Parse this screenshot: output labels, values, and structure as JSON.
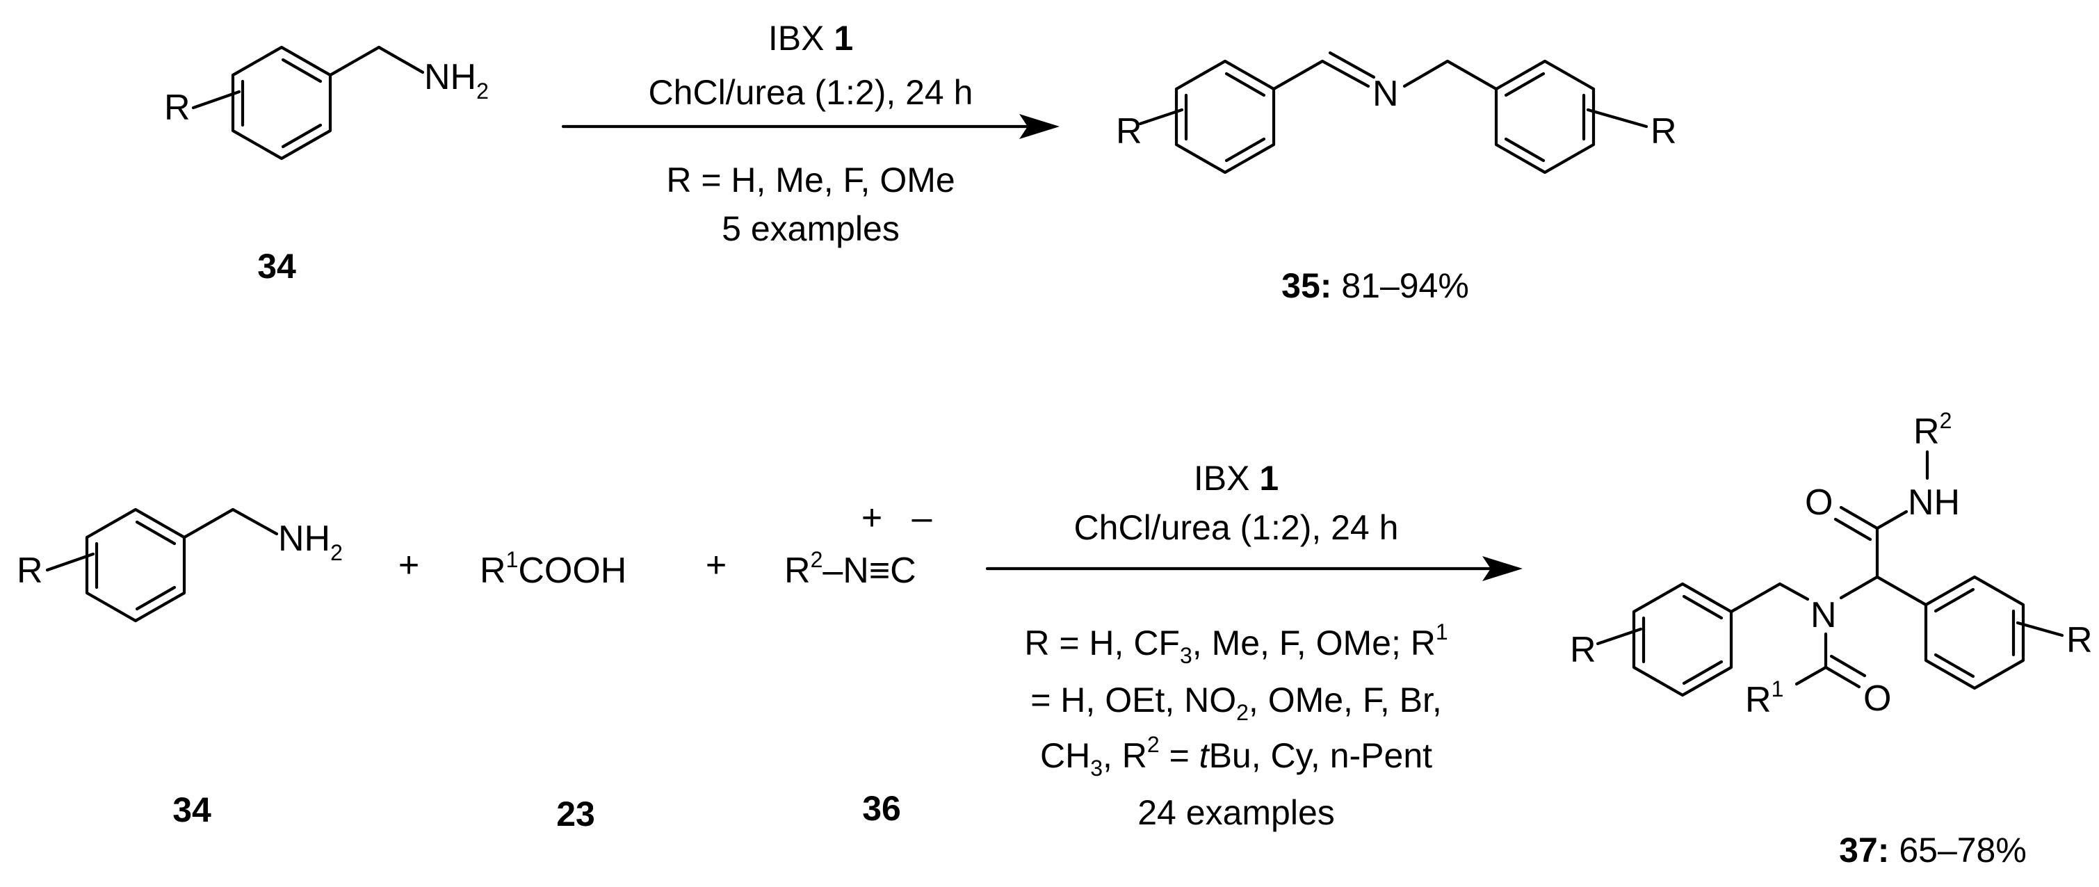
{
  "reaction1": {
    "reactant": {
      "substituent": "R",
      "amine": "NH",
      "amine_sub": "2",
      "number": "34"
    },
    "conditions": {
      "reagent": "IBX",
      "reagent_number": "1",
      "solvent": "ChCl/urea (1:2), 24 h",
      "scope": "R = H,  Me, F, OMe",
      "examples": "5 examples"
    },
    "product": {
      "left_substituent": "R",
      "right_substituent": "R",
      "nitrogen": "N",
      "number": "35:",
      "yield": "81–94%"
    }
  },
  "reaction2": {
    "reactant_a": {
      "substituent": "R",
      "amine": "NH",
      "amine_sub": "2",
      "number": "34"
    },
    "plus1": "+",
    "reactant_b": {
      "r": "R",
      "r_sup": "1",
      "formula": "COOH",
      "number": "23"
    },
    "plus2": "+",
    "reactant_c": {
      "r": "R",
      "r_sup": "2",
      "bond_n": "–N≡C",
      "charge_plus": "+",
      "charge_minus": "–",
      "number": "36"
    },
    "conditions": {
      "reagent": "IBX",
      "reagent_number": "1",
      "solvent": "ChCl/urea (1:2), 24 h",
      "scope_line1_a": "R = H, CF",
      "scope_line1_sub": "3",
      "scope_line1_b": ", Me, F, OMe; R",
      "scope_line1_sup": "1",
      "scope_line2": "= H, OEt, NO",
      "scope_line2_sub": "2",
      "scope_line2_b": ", OMe, F, Br,",
      "scope_line3_a": "CH",
      "scope_line3_sub": "3",
      "scope_line3_b": ", R",
      "scope_line3_sup": "2",
      "scope_line3_c": " = ",
      "scope_line3_italic": "t",
      "scope_line3_d": "Bu, Cy, n-Pent",
      "examples": "24 examples"
    },
    "product": {
      "left_substituent": "R",
      "right_substituent": "R",
      "amide_n": "N",
      "amide_nh": "NH",
      "oxygen_top": "O",
      "oxygen_bottom": "O",
      "r2": "R",
      "r2_sup": "2",
      "r1": "R",
      "r1_sup": "1",
      "number": "37:",
      "yield": "65–78%"
    }
  }
}
